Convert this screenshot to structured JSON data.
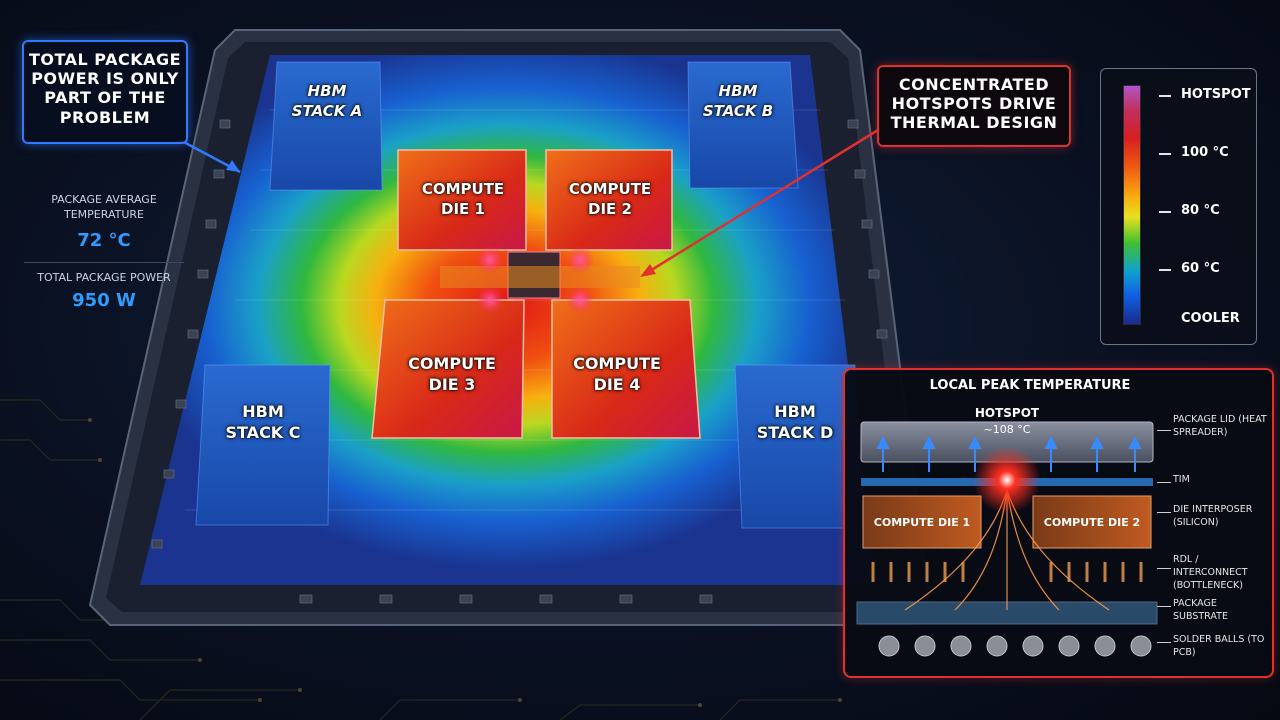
{
  "callouts": {
    "left": "TOTAL PACKAGE POWER IS ONLY PART OF THE PROBLEM",
    "right": "CONCENTRATED HOTSPOTS DRIVE THERMAL DESIGN"
  },
  "stats": {
    "avg_temp_label": "PACKAGE AVERAGE TEMPERATURE",
    "avg_temp_value": "72 °C",
    "power_label": "TOTAL PACKAGE POWER",
    "power_value": "950 W"
  },
  "package": {
    "hbm_a": "HBM STACK A",
    "hbm_b": "HBM STACK B",
    "hbm_c": "HBM STACK C",
    "hbm_d": "HBM STACK D",
    "die_1": "COMPUTE DIE 1",
    "die_2": "COMPUTE DIE 2",
    "die_3": "COMPUTE DIE 3",
    "die_4": "COMPUTE DIE 4"
  },
  "legend": {
    "top": "HOTSPOT",
    "t100": "100 °C",
    "t80": "80 °C",
    "t60": "60 °C",
    "bottom": "COOLER"
  },
  "inset": {
    "title": "LOCAL PEAK TEMPERATURE",
    "hotspot_label": "HOTSPOT",
    "hotspot_value": "~108 °C",
    "die_left": "COMPUTE DIE 1",
    "die_right": "COMPUTE DIE 2",
    "layers": {
      "lid": "PACKAGE LID (HEAT SPREADER)",
      "tim": "TIM",
      "interposer": "DIE INTERPOSER (SILICON)",
      "rdl": "RDL / INTERCONNECT (BOTTLENECK)",
      "substrate": "PACKAGE SUBSTRATE",
      "solder": "SOLDER BALLS (TO PCB)"
    }
  },
  "colors": {
    "accent_blue": "#2e7bff",
    "accent_red": "#e03030",
    "value_blue": "#2f9bff"
  }
}
